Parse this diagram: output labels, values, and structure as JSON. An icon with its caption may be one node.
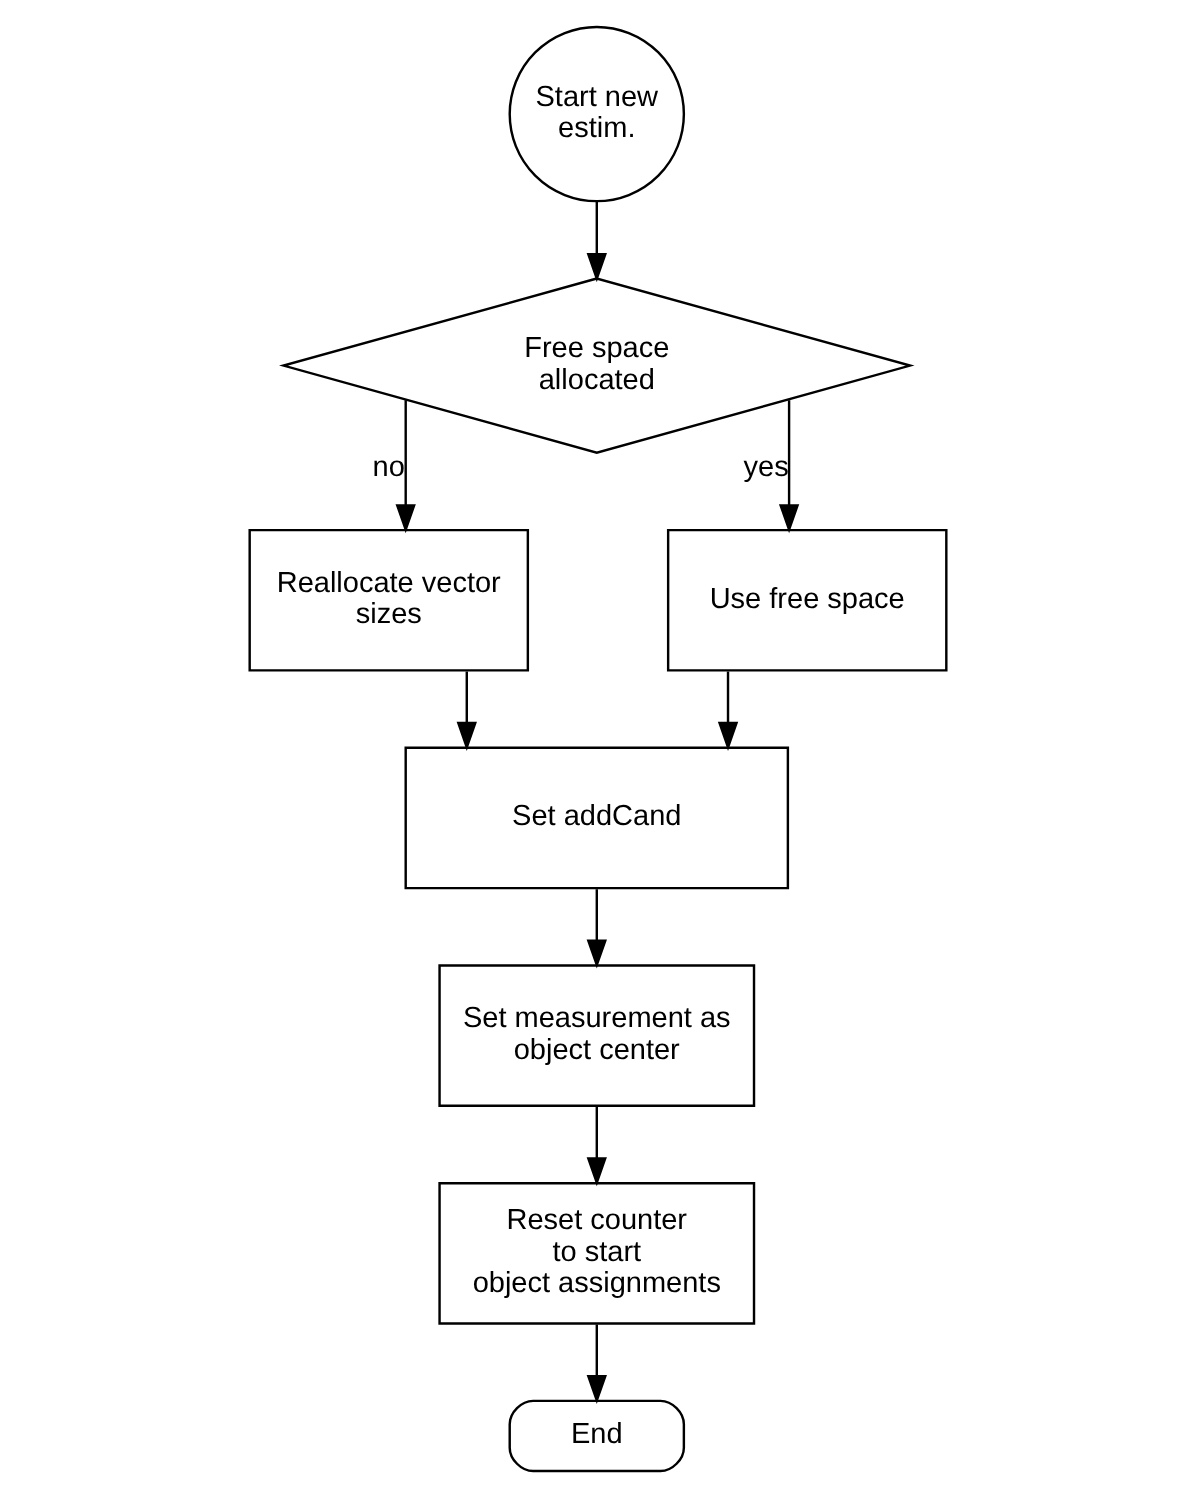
{
  "diagram": {
    "nodes": [
      {
        "text": [
          "Start new estim."
        ]
      },
      {
        "text": [
          "Free space allocated"
        ]
      },
      {
        "text": [
          "Reallocate vector sizes"
        ]
      },
      {
        "text": [
          "Use free space"
        ]
      },
      {
        "text": [
          "Set addCand"
        ]
      },
      {
        "text": [
          "Set measurement as object center"
        ]
      },
      {
        "text": [
          "Reset counter to start object assignments"
        ]
      },
      {
        "text": [
          "End"
        ]
      }
    ],
    "edges": [
      {
        "from": 0,
        "to": 1,
        "arrow": "to"
      },
      {
        "from": 1,
        "to": 2,
        "arrow": "to",
        "label": "no"
      },
      {
        "from": 1,
        "to": 3,
        "arrow": "to",
        "label": "yes"
      },
      {
        "from": 2,
        "to": 4,
        "arrow": "to"
      },
      {
        "from": 3,
        "to": 4,
        "arrow": "to"
      },
      {
        "from": 4,
        "to": 5,
        "arrow": "to"
      },
      {
        "from": 5,
        "to": 6,
        "arrow": "to"
      },
      {
        "from": 6,
        "to": 7,
        "arrow": "to"
      }
    ]
  }
}
